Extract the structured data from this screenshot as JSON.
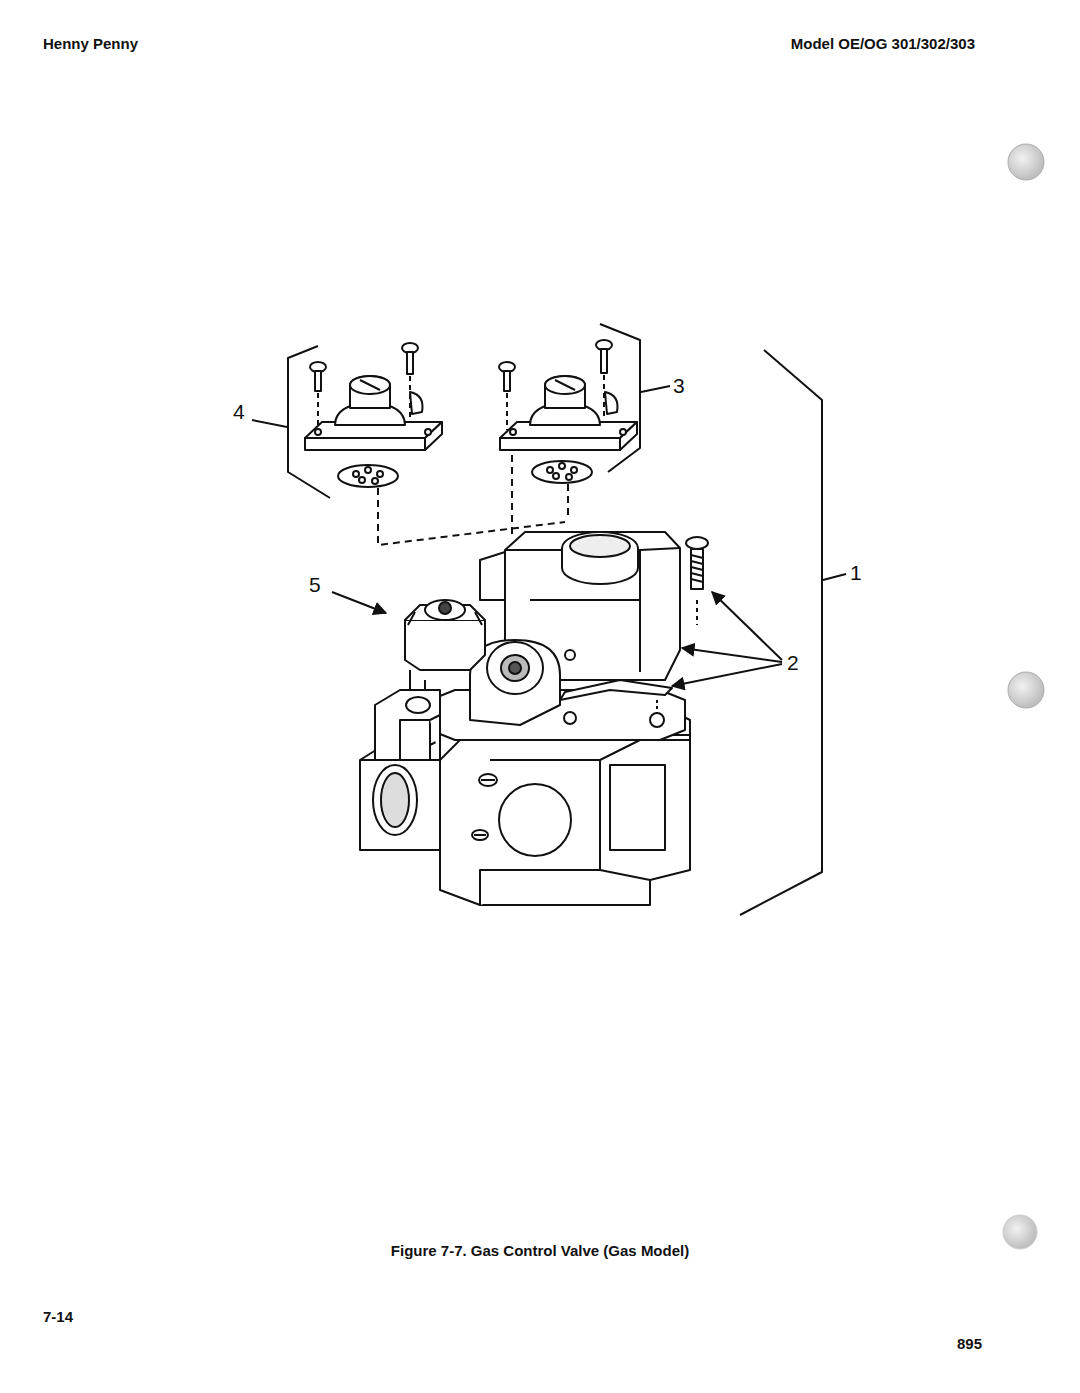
{
  "diagram": {
    "caption": "Figure 7-7. Gas Control Valve (Gas Model)",
    "labels": [
      "Henny Penny",
      "Model OE/OG 301/302/303",
      "4",
      "3",
      "5",
      "1",
      "2",
      "7-14",
      "895"
    ]
  }
}
